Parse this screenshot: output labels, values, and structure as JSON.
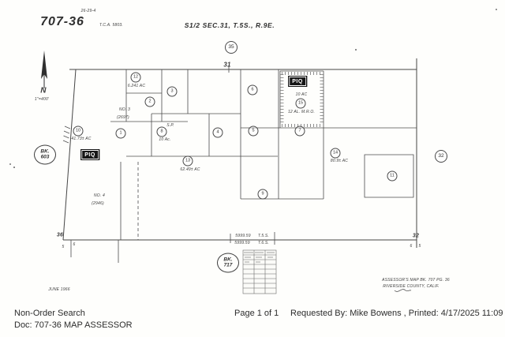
{
  "header": {
    "annotation": "26-29-4",
    "doc_number": "707-36",
    "tca": "T.C.A. 5803.",
    "section_title": "S1/2 SEC.31, T.5S., R.9E.",
    "circle_35": "35",
    "sec_31": "31"
  },
  "compass": {
    "n": "N",
    "scale": "1\"=400'"
  },
  "refs": {
    "bk603_l1": "BK.",
    "bk603_l2": "603",
    "bk717_l1": "BK.",
    "bk717_l2": "717",
    "circle_32": "32",
    "piq": "PIQ"
  },
  "parcels": {
    "p1": {
      "num": "1"
    },
    "p2": {
      "num": "2"
    },
    "p3": {
      "num": "3"
    },
    "p4": {
      "num": "4"
    },
    "p5": {
      "num": "5"
    },
    "p6": {
      "num": "6"
    },
    "p7": {
      "num": "7"
    },
    "p8": {
      "num": "8",
      "note_top": "S.P.",
      "note_bottom": "10 Ac."
    },
    "p9": {
      "num": "9"
    },
    "p10": {
      "num": "10",
      "area": "41.73± AC"
    },
    "p11": {
      "num": "11"
    },
    "p12": {
      "num": "12",
      "area": "6.241 AC"
    },
    "p13": {
      "num": "13",
      "area": "62.49± AC"
    },
    "p14": {
      "num": "14",
      "area": "80.9± AC"
    },
    "p15": {
      "num": "15",
      "note_top": "10 AC",
      "note_bottom": "12 AL. M.R.O."
    }
  },
  "tracts": {
    "no3_name": "NO. 3",
    "no3_ref": "(2697)",
    "no4_name": "NO. 4",
    "no4_ref": "(2946)"
  },
  "boundary": {
    "nw_sec": "36",
    "nw_below_l": "5",
    "nw_below_r": "6",
    "dim_top": "5999.59",
    "dim_bottom": "5999.59",
    "twp_top": "T.5.S.",
    "twp_bottom": "T.6.S.",
    "se_sec": "32",
    "se_below_l": "6",
    "se_below_r": "5"
  },
  "map_footer": {
    "date": "JUNE 1966",
    "attr1": "ASSESSOR'S MAP BK. 707 PG. 36",
    "attr2": "RIVERSIDE COUNTY, CALIF."
  },
  "viewer_footer": {
    "left1": "Non-Order Search",
    "left2": "Doc: 707-36 MAP ASSESSOR",
    "center": "Page 1 of 1",
    "right": "Requested By: Mike Bowens , Printed: 4/17/2025 11:09 AM"
  },
  "colors": {
    "ink": "#3f3f3f",
    "paper": "#fefefc"
  }
}
